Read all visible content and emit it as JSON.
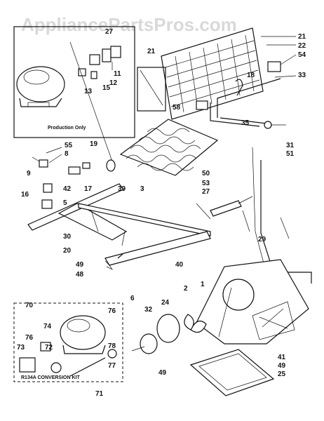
{
  "watermark": "AppliancePartsPros.com",
  "production_only": "Production Only",
  "kit_label": "R134A CONVERSION KIT",
  "labels": {
    "l21a": "21",
    "l22": "22",
    "l54": "54",
    "l21b": "21",
    "l18": "18",
    "l33": "33",
    "l27top": "27",
    "l11": "11",
    "l12": "12",
    "l15": "15",
    "l13": "13",
    "l58": "58",
    "l35": "35",
    "l31": "31",
    "l51": "51",
    "l55": "55",
    "l8": "8",
    "l9": "9",
    "l19": "19",
    "l17": "17",
    "l16": "16",
    "l42": "42",
    "l39": "39",
    "l3": "3",
    "l5": "5",
    "l50": "50",
    "l53": "53",
    "l27": "27",
    "l29": "29",
    "l30": "30",
    "l20": "20",
    "l49a": "49",
    "l48": "48",
    "l40": "40",
    "l2": "2",
    "l1": "1",
    "l32": "32",
    "l24": "24",
    "l6": "6",
    "l70": "70",
    "l76a": "76",
    "l74": "74",
    "l76b": "76",
    "l73": "73",
    "l72": "72",
    "l78": "78",
    "l77": "77",
    "l71": "71",
    "l49b": "49",
    "l41": "41",
    "l49c": "49",
    "l25": "25"
  }
}
